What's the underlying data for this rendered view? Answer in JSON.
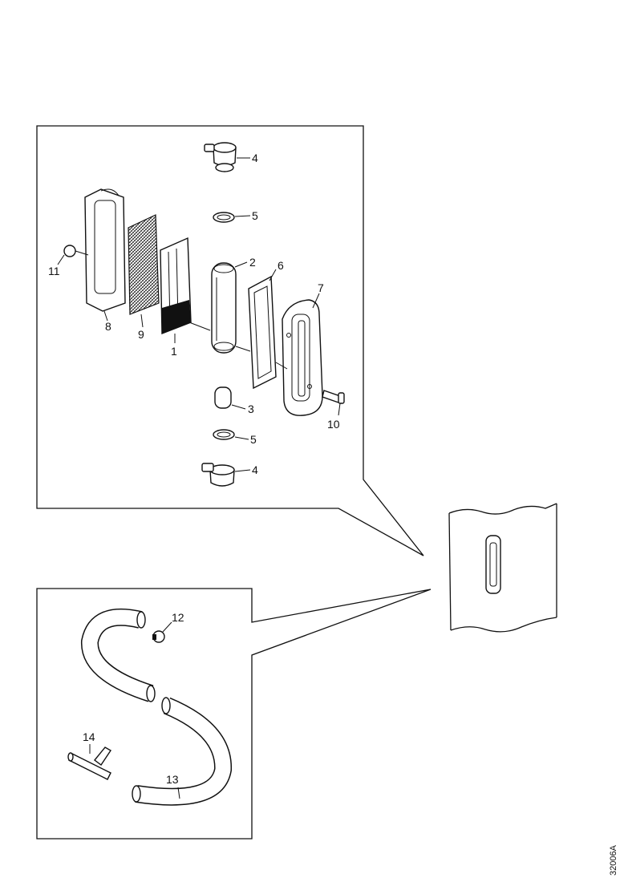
{
  "callouts": {
    "p1": "1",
    "p2": "2",
    "p3": "3",
    "p4a": "4",
    "p4b": "4",
    "p5a": "5",
    "p5b": "5",
    "p6": "6",
    "p7": "7",
    "p8": "8",
    "p9": "9",
    "p10": "10",
    "p11": "11",
    "p12": "12",
    "p13": "13",
    "p14": "14"
  },
  "figure_code": "32006A",
  "colors": {
    "line": "#111111",
    "background": "#ffffff"
  }
}
